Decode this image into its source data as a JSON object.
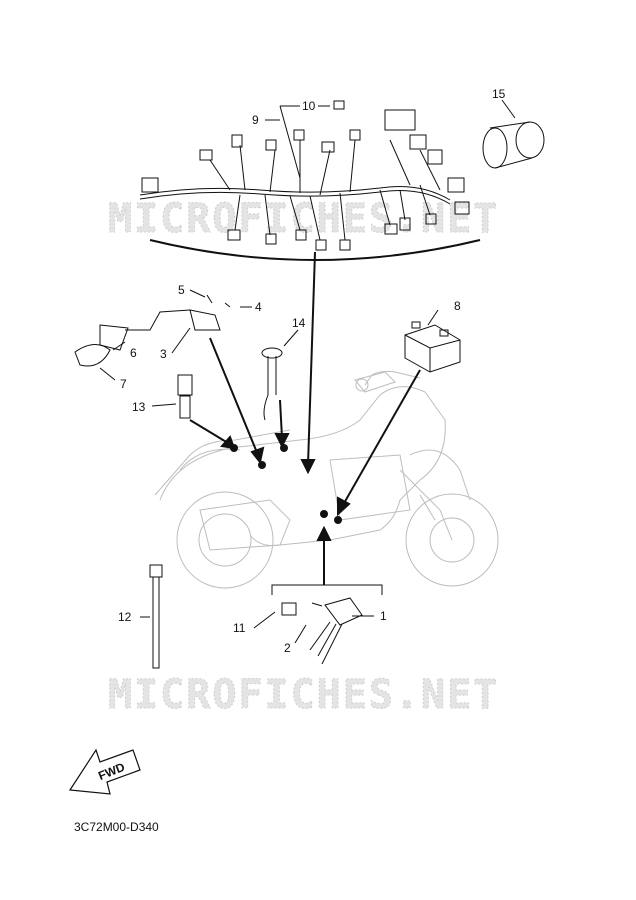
{
  "watermarks": [
    "MICROFICHES.NET",
    "MICROFICHES.NET"
  ],
  "fwd_label": "FWD",
  "diagram_code": "3C72M00-D340",
  "callouts": [
    "1",
    "2",
    "3",
    "4",
    "5",
    "6",
    "7",
    "8",
    "9",
    "10",
    "11",
    "12",
    "13",
    "14",
    "15"
  ],
  "colors": {
    "line": "#111111",
    "ghost": "#bdbdbd",
    "watermark": "#e4e4e4"
  }
}
